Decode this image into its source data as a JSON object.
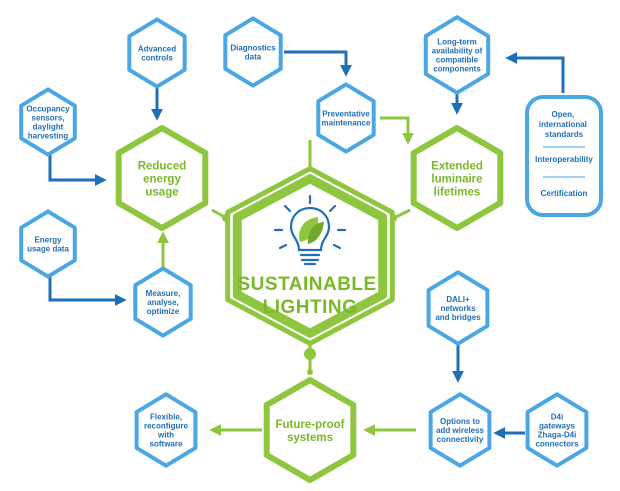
{
  "center": {
    "line1": "SUSTAINABLE",
    "line2": "LIGHTING",
    "icon": "lightbulb-leaf-icon"
  },
  "hubs": {
    "reduced_energy": [
      "Reduced",
      "energy",
      "usage"
    ],
    "extended_lifetimes": [
      "Extended",
      "luminaire",
      "lifetimes"
    ],
    "future_proof": [
      "Future-proof",
      "systems"
    ]
  },
  "nodes": {
    "advanced_controls": [
      "Advanced",
      "controls"
    ],
    "occupancy_sensors": [
      "Occupancy",
      "sensors,",
      "daylight",
      "harvesting"
    ],
    "energy_usage_data": [
      "Energy",
      "usage data"
    ],
    "measure_analyze": [
      "Measure,",
      "analyse,",
      "optimize"
    ],
    "diagnostics_data": [
      "Diagnostics",
      "data"
    ],
    "preventative_maintenance": [
      "Preventative",
      "maintenance"
    ],
    "long_term_availability": [
      "Long-term",
      "availability of",
      "compatible",
      "components"
    ],
    "dali_networks": [
      "DALI+",
      "networks",
      "and bridges"
    ],
    "wireless_connectivity": [
      "Options to",
      "add wireless",
      "connectivity"
    ],
    "d4i_gateways": [
      "D4i",
      "gateways",
      "Zhaga-D4i",
      "connectors"
    ],
    "flexible_reconfigure": [
      "Flexible,",
      "reconfigure",
      "with",
      "software"
    ]
  },
  "standards_panel": {
    "item1": [
      "Open,",
      "international",
      "standards"
    ],
    "item2": [
      "Interoperability"
    ],
    "item3": [
      "Certification"
    ]
  },
  "colors": {
    "blue": "#1e6fb8",
    "light_blue": "#4aa7e3",
    "green": "#8ec63f",
    "green_dark": "#7ab829"
  }
}
